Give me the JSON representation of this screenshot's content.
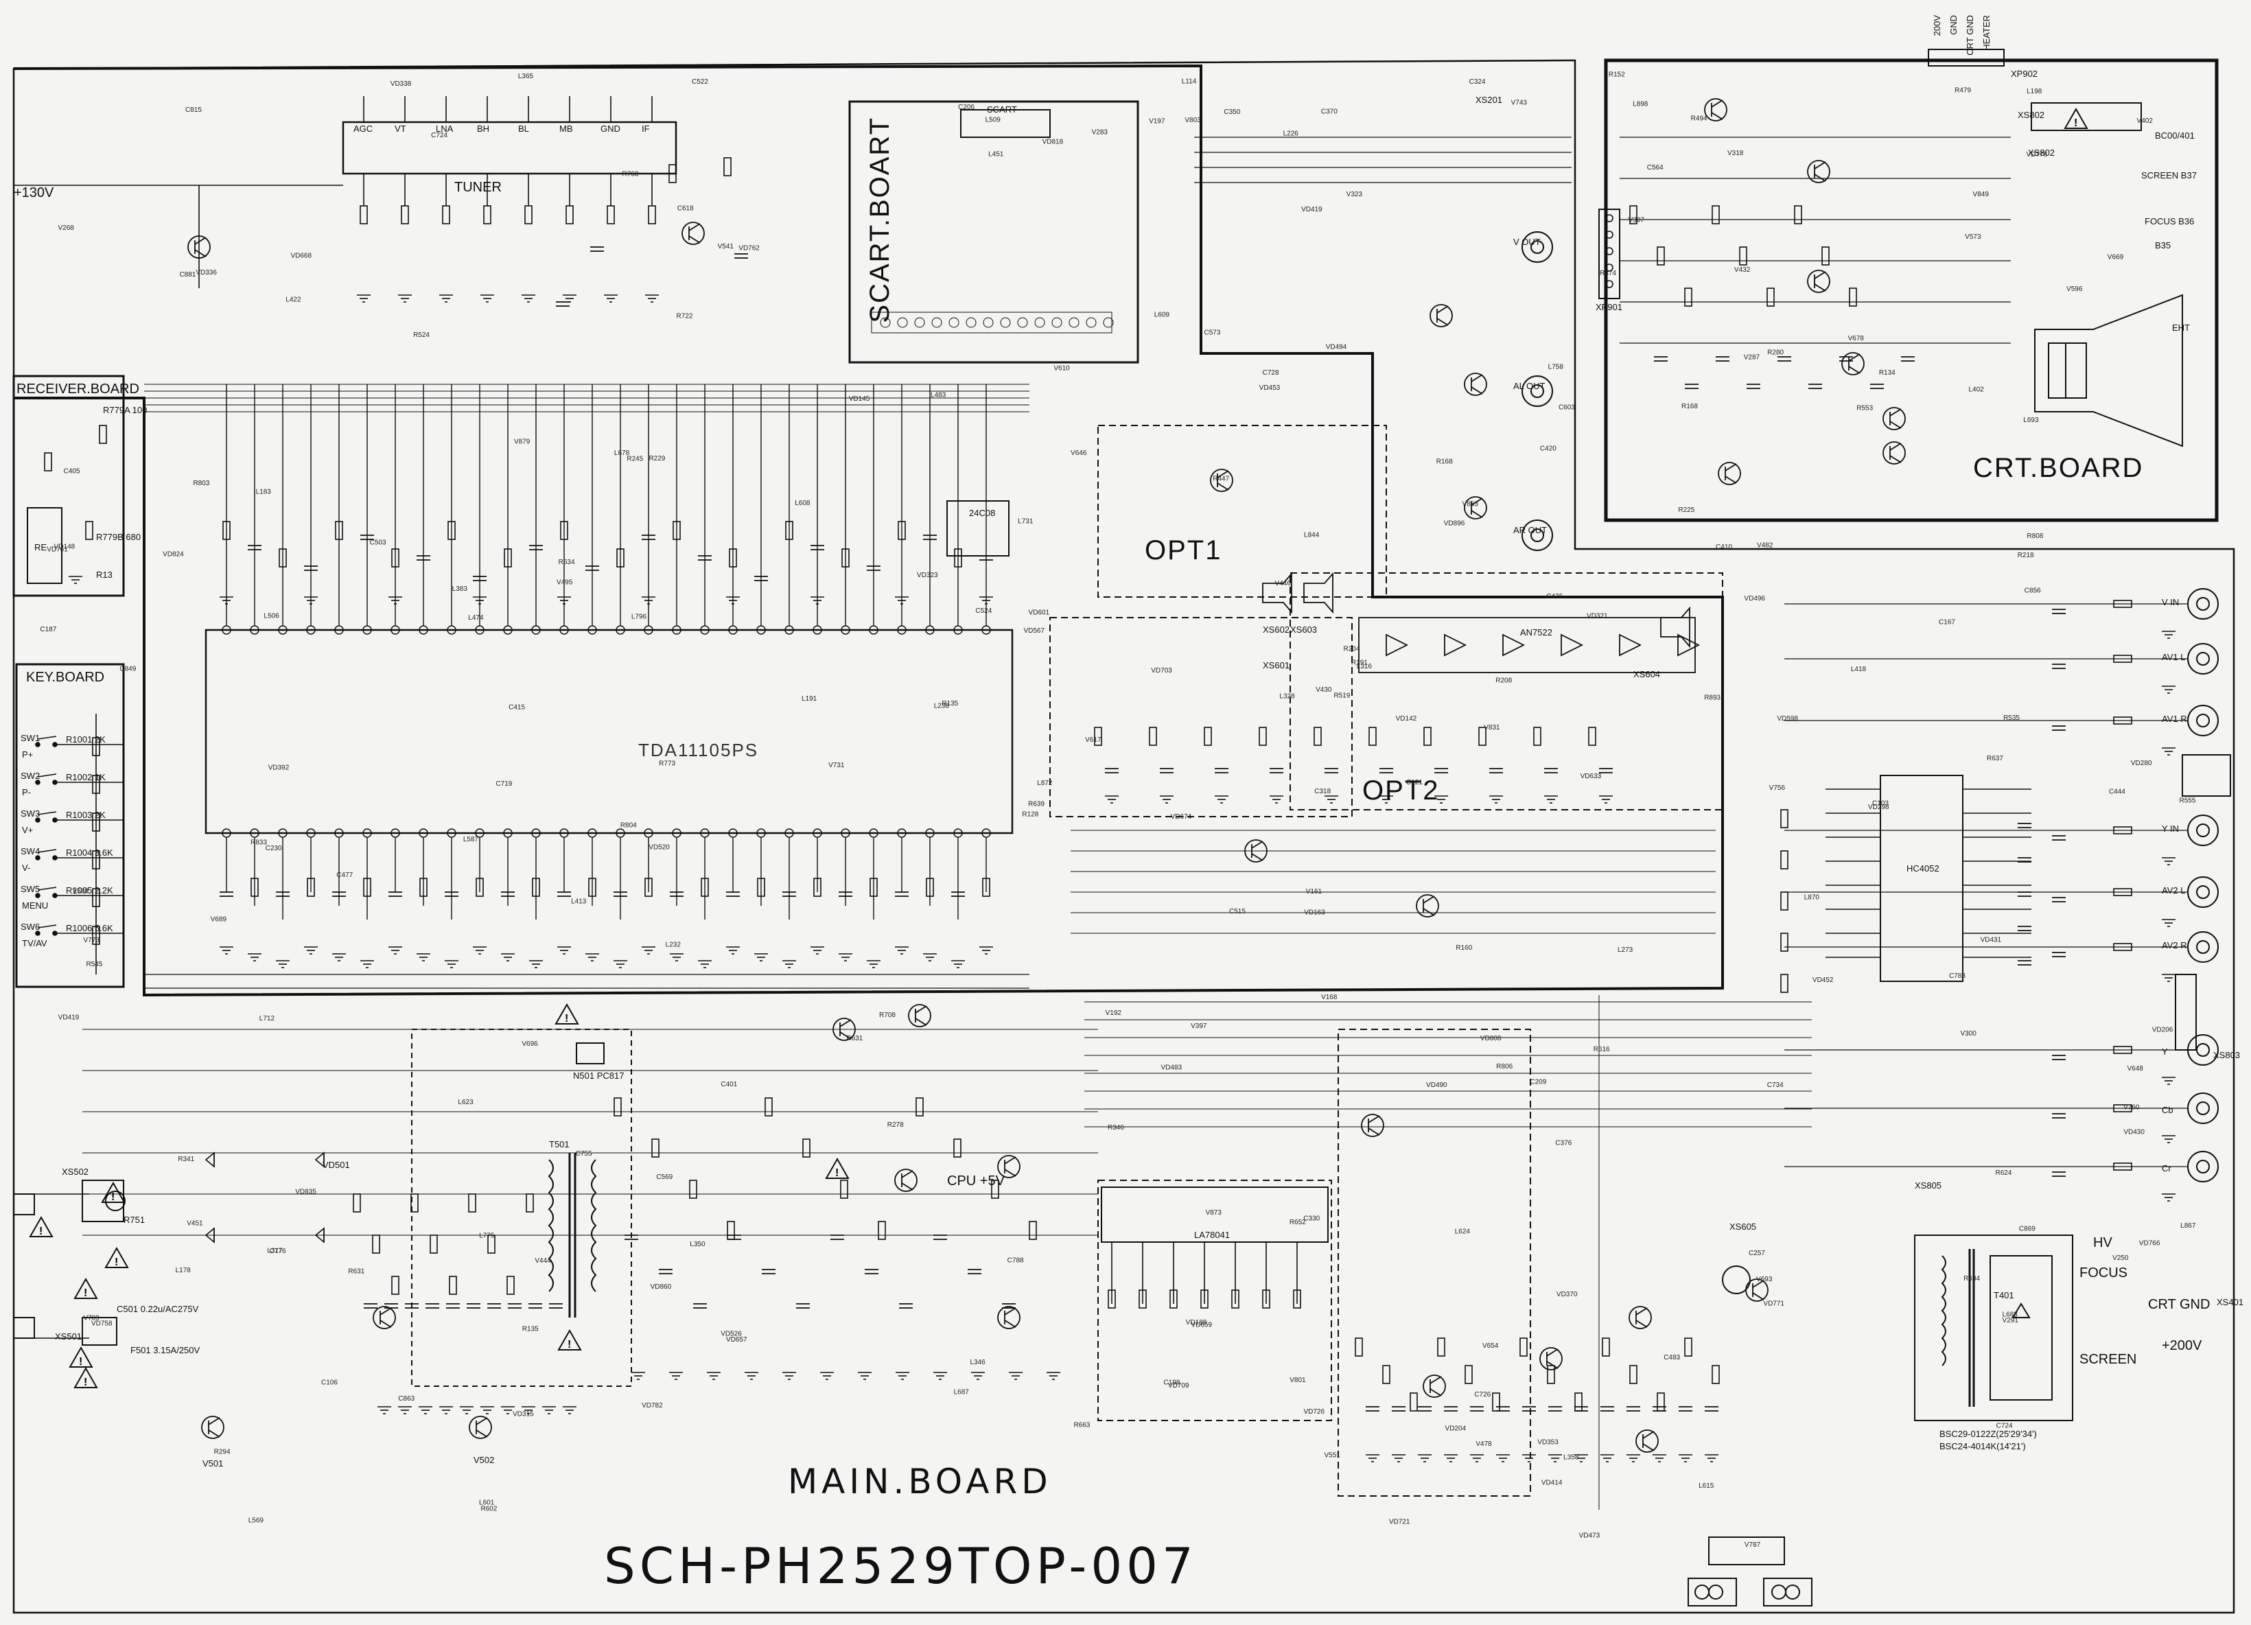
{
  "boards": {
    "main": "MAIN.BOARD",
    "crt": "CRT.BOARD",
    "scart": "SCART.BOART",
    "receiver": "RECEIVER.BOARD",
    "key": "KEY.BOARD",
    "opt1": "OPT1",
    "opt2": "OPT2"
  },
  "drawing_number": "SCH-PH2529TOP-007",
  "ics": {
    "main_ic": "TDA11105PS",
    "eeprom": "24C08",
    "mux": "HC4052",
    "audio_amp": "AN7522",
    "vert_amp": "LA78041",
    "tuner": "TUNER",
    "scart_conn": "SCART"
  },
  "tuner_pins": [
    "AGC",
    "VT",
    "LNA",
    "BH",
    "BL",
    "MB",
    "GND",
    "IF"
  ],
  "supply_labels": {
    "b_plus": "+130V",
    "heater_header": [
      "200V",
      "GND",
      "CRT GND",
      "HEATER"
    ],
    "crt_gnd": "CRT GND",
    "v200": "+200V",
    "focus": "FOCUS",
    "screen": "SCREEN",
    "hv": "HV",
    "cpu5v": "CPU +5V"
  },
  "crt_board_labels": [
    "EHT",
    "SCREEN B37",
    "FOCUS B36",
    "B35",
    "BC00/401",
    "XS802",
    "XP902",
    "XP901"
  ],
  "key_board": {
    "switches": [
      "SW1",
      "SW2",
      "SW3",
      "SW4",
      "SW5",
      "SW6"
    ],
    "functions": [
      "P+",
      "P-",
      "V+",
      "V-",
      "MENU",
      "TV/AV"
    ],
    "resistors": [
      "R1001 2K",
      "R1002 1K",
      "R1003 2K",
      "R1004 3.6K",
      "R1005 2.2K",
      "R1006 5.6K"
    ]
  },
  "receiver_board": {
    "items": [
      "R779A 100",
      "R779B 680",
      "R13",
      "RE"
    ]
  },
  "flyback": {
    "parts": [
      "T401",
      "BSC29-0122Z(25'29'34')",
      "BSC24-4014K(14'21')"
    ]
  },
  "power_supply": {
    "parts": [
      "VD501",
      "T501",
      "N501 PC817",
      "V501",
      "V502",
      "XS502",
      "XS501",
      "R751",
      "F501 3.15A/250V",
      "C501 0.22u/AC275V"
    ]
  },
  "audio_jacks": [
    "V IN",
    "AV1 L",
    "AV1 R",
    "Y IN",
    "AV2 L",
    "AV2 R",
    "Y",
    "Cb",
    "Cr",
    "V OUT",
    "AL OUT",
    "AR OUT"
  ],
  "connectors": [
    "XS201",
    "XS601",
    "XS602",
    "XS603",
    "XS604",
    "XS802",
    "XS803",
    "XS805",
    "XS401",
    "XS605"
  ],
  "warning_glyph": "!"
}
